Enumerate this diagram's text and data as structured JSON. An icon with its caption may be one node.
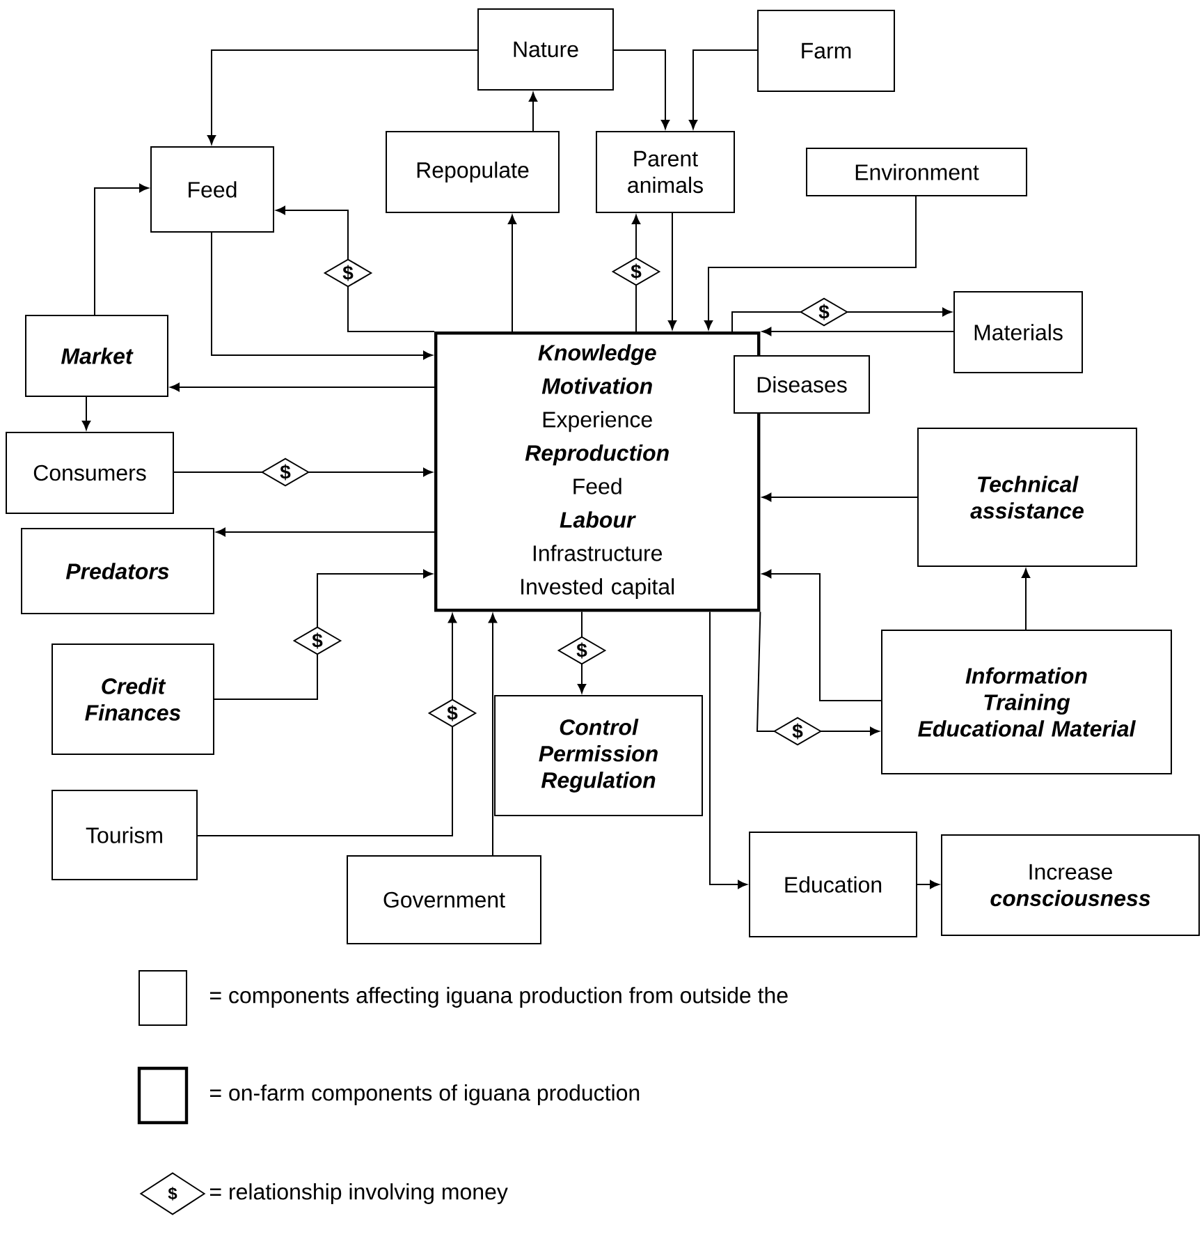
{
  "diagram": {
    "nodes": [
      {
        "text": [
          "Nature"
        ]
      },
      {
        "text": [
          "Farm"
        ]
      },
      {
        "text": [
          "Feed"
        ]
      },
      {
        "text": [
          "Repopulate"
        ]
      },
      {
        "text": [
          "Parent animals"
        ]
      },
      {
        "text": [
          "Environment"
        ]
      },
      {
        "text": [
          "Knowledge",
          "Motivation",
          "Experience",
          "Reproduction",
          "Feed",
          "Labour",
          "Infrastructure",
          "Invested capital"
        ]
      },
      {
        "text": [
          "Materials"
        ]
      },
      {
        "text": [
          "Diseases"
        ]
      },
      {
        "text": [
          "Market"
        ]
      },
      {
        "text": [
          "Consumers"
        ]
      },
      {
        "text": [
          "Predators"
        ]
      },
      {
        "text": [
          "Technical assistance"
        ]
      },
      {
        "text": [
          "Credit",
          "Finances"
        ]
      },
      {
        "text": [
          "Control",
          "Permission",
          "Regulation"
        ]
      },
      {
        "text": [
          "Information",
          "Training",
          "Educational Material"
        ]
      },
      {
        "text": [
          "Tourism"
        ]
      },
      {
        "text": [
          "Government"
        ]
      },
      {
        "text": [
          "Education"
        ]
      },
      {
        "text": [
          "Increase",
          "consciousness"
        ]
      }
    ],
    "edges": [
      {
        "from": 0,
        "to": 2,
        "arrow": "to"
      },
      {
        "from": 0,
        "to": 4,
        "arrow": "to"
      },
      {
        "from": 1,
        "to": 4,
        "arrow": "to"
      },
      {
        "from": 3,
        "to": 0,
        "arrow": "to"
      },
      {
        "from": 6,
        "to": 3,
        "arrow": "to"
      },
      {
        "from": 6,
        "to": 2,
        "arrow": "to",
        "label": "$"
      },
      {
        "from": 2,
        "to": 6,
        "arrow": "to"
      },
      {
        "from": 6,
        "to": 9,
        "arrow": "to"
      },
      {
        "from": 9,
        "to": 2,
        "arrow": "to"
      },
      {
        "from": 9,
        "to": 10,
        "arrow": "to"
      },
      {
        "from": 10,
        "to": 6,
        "arrow": "to",
        "label": "$"
      },
      {
        "from": 6,
        "to": 11,
        "arrow": "to"
      },
      {
        "from": 13,
        "to": 6,
        "arrow": "to",
        "label": "$"
      },
      {
        "from": 16,
        "to": 6,
        "arrow": "to",
        "label": "$"
      },
      {
        "from": 17,
        "to": 6,
        "arrow": "to"
      },
      {
        "from": 6,
        "to": 14,
        "arrow": "to",
        "label": "$"
      },
      {
        "from": 4,
        "to": 6,
        "arrow": "to"
      },
      {
        "from": 6,
        "to": 4,
        "arrow": "to",
        "label": "$"
      },
      {
        "from": 5,
        "to": 6,
        "arrow": "to"
      },
      {
        "from": 6,
        "to": 7,
        "arrow": "to",
        "label": "$"
      },
      {
        "from": 7,
        "to": 6,
        "arrow": "to"
      },
      {
        "from": 12,
        "to": 6,
        "arrow": "to"
      },
      {
        "from": 15,
        "to": 6,
        "arrow": "to"
      },
      {
        "from": 6,
        "to": 15,
        "arrow": "to",
        "label": "$"
      },
      {
        "from": 15,
        "to": 12,
        "arrow": "to"
      },
      {
        "from": 6,
        "to": 18,
        "arrow": "to"
      },
      {
        "from": 18,
        "to": 19,
        "arrow": "to"
      }
    ],
    "labels": [
      "$"
    ],
    "legend": [
      {
        "text": "= components affecting iguana production from outside the"
      },
      {
        "text": "= on-farm components of iguana production"
      },
      {
        "text": "= relationship involving money"
      }
    ]
  }
}
